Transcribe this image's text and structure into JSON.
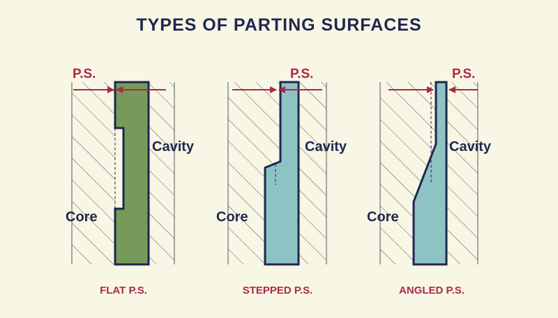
{
  "title": "TYPES OF PARTING SURFACES",
  "colors": {
    "background": "#f8f6e4",
    "outline": "#1e2750",
    "accent": "#ab2847",
    "flat_fill": "#779a5a",
    "stepped_fill": "#8ec3c3",
    "angled_fill": "#8ec3c3",
    "hatch": "#555555"
  },
  "panels": [
    {
      "ps_label": "P.S.",
      "core_label": "Core",
      "cavity_label": "Cavity",
      "caption": "FLAT P.S."
    },
    {
      "ps_label": "P.S.",
      "core_label": "Core",
      "cavity_label": "Cavity",
      "caption": "STEPPED P.S."
    },
    {
      "ps_label": "P.S.",
      "core_label": "Core",
      "cavity_label": "Cavity",
      "caption": "ANGLED P.S."
    }
  ]
}
